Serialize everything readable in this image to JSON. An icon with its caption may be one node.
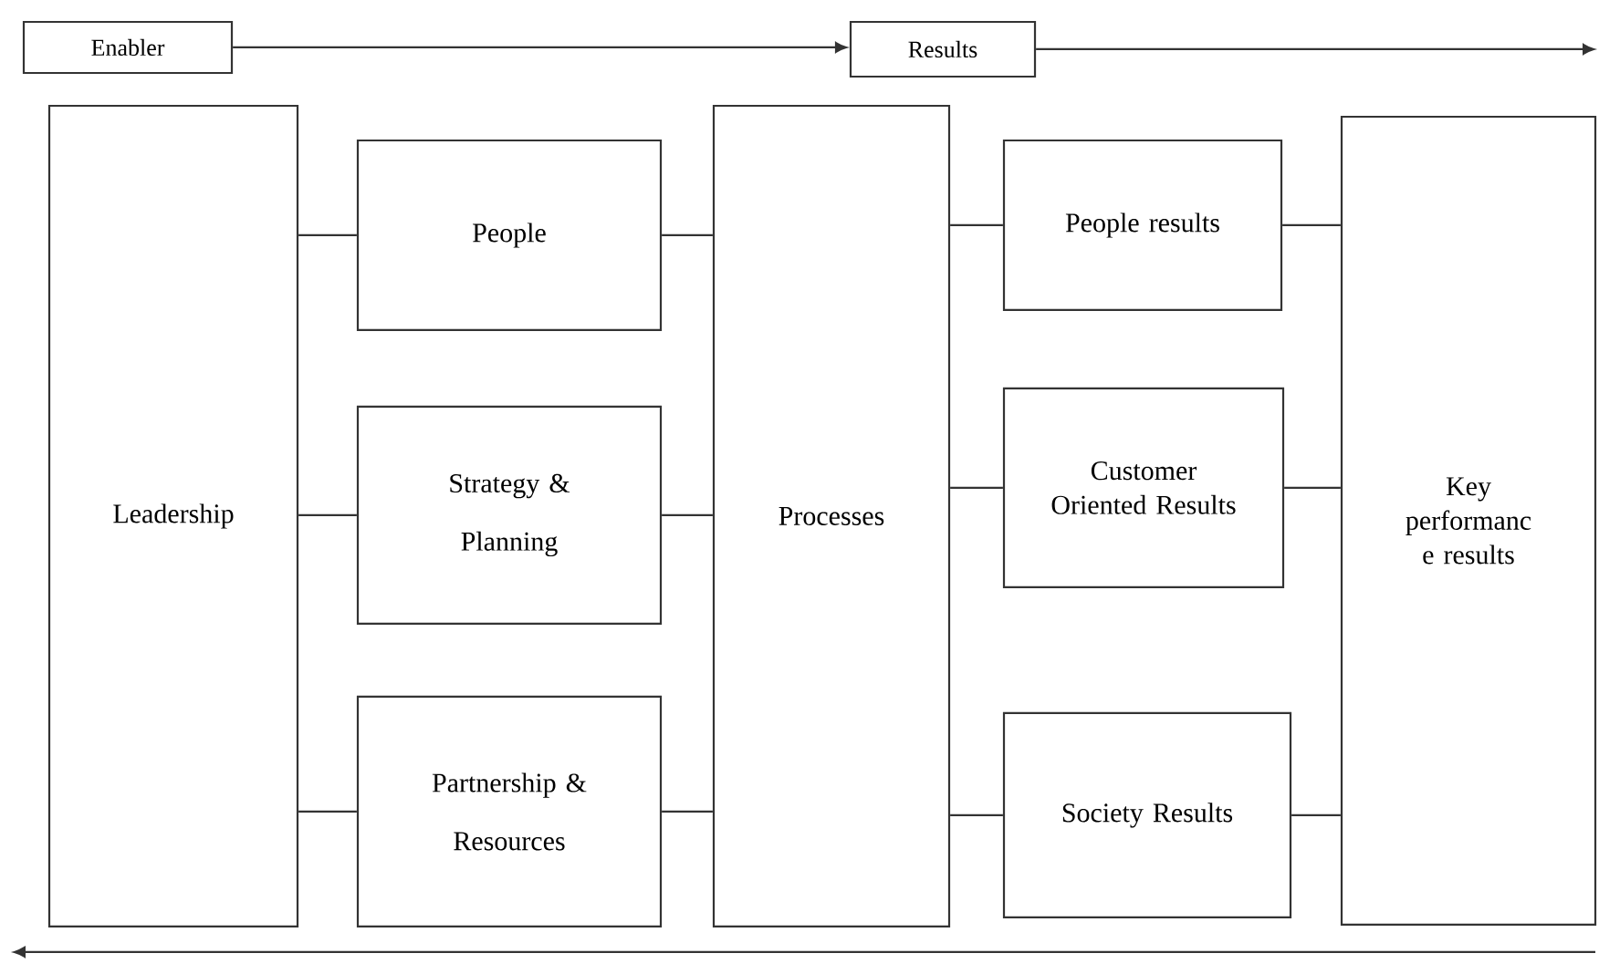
{
  "diagram": {
    "nodes": [
      {
        "text": [
          "Enabler"
        ]
      },
      {
        "text": [
          "Results"
        ]
      },
      {
        "text": [
          "Leadership"
        ]
      },
      {
        "text": [
          "People"
        ]
      },
      {
        "text": [
          "Strategy & Planning"
        ]
      },
      {
        "text": [
          "Partnership & Resources"
        ]
      },
      {
        "text": [
          "Processes"
        ]
      },
      {
        "text": [
          "People results"
        ]
      },
      {
        "text": [
          "Customer Oriented Results"
        ]
      },
      {
        "text": [
          "Society Results"
        ]
      },
      {
        "text": [
          "Key performanc e results"
        ]
      }
    ],
    "edges": [
      {
        "from": 0,
        "to": 1,
        "arrow": "to"
      },
      {
        "from": 1,
        "to": null,
        "arrow": "to"
      },
      {
        "from": 2,
        "to": 3,
        "arrow": "none"
      },
      {
        "from": 2,
        "to": 4,
        "arrow": "none"
      },
      {
        "from": 2,
        "to": 5,
        "arrow": "none"
      },
      {
        "from": 3,
        "to": 6,
        "arrow": "none"
      },
      {
        "from": 4,
        "to": 6,
        "arrow": "none"
      },
      {
        "from": 5,
        "to": 6,
        "arrow": "none"
      },
      {
        "from": 6,
        "to": 7,
        "arrow": "none"
      },
      {
        "from": 6,
        "to": 8,
        "arrow": "none"
      },
      {
        "from": 6,
        "to": 9,
        "arrow": "none"
      },
      {
        "from": 7,
        "to": 10,
        "arrow": "none"
      },
      {
        "from": 8,
        "to": 10,
        "arrow": "none"
      },
      {
        "from": 9,
        "to": 10,
        "arrow": "none"
      }
    ]
  }
}
